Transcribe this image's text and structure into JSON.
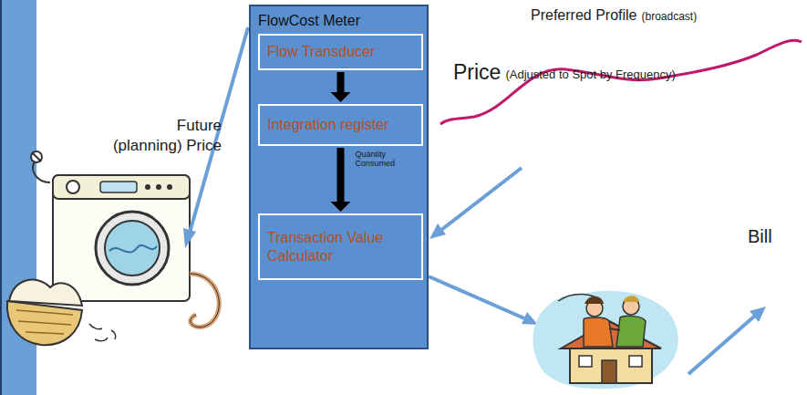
{
  "diagram": {
    "nodes": [
      {
        "text": [
          "FlowCost Meter"
        ]
      },
      {
        "text": [
          "Flow Transducer"
        ],
        "in": 0
      },
      {
        "text": [
          "Integration register"
        ],
        "in": 0
      },
      {
        "text": [
          "Transaction Value Calculator"
        ],
        "in": 0
      }
    ],
    "edges": [
      {
        "from": 1,
        "to": 2,
        "arrow": "to"
      },
      {
        "from": 2,
        "to": 3,
        "label": "Quantity Consumed",
        "arrow": "to"
      }
    ],
    "labels": [
      "Preferred Profile",
      "(broadcast)",
      "Future",
      "(planning) Price",
      "Price",
      "(Adjusted to Spot by Frequency)",
      "Bill"
    ]
  }
}
